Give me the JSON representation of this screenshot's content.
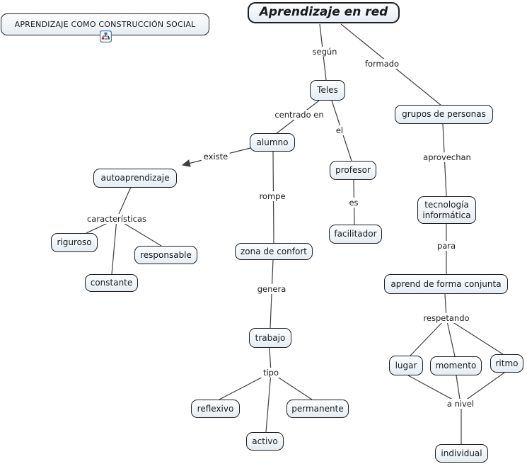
{
  "diagram": {
    "background": "#ffffff",
    "colors": {
      "background": "#ffffff",
      "node_fill_top": "#fcfdfe",
      "node_fill_bottom": "#e5edf3",
      "node_border": "#1f1f1f",
      "line": "#3f3f3f",
      "text": "#1a1a1a",
      "icon_accent": "#3f6fbf"
    },
    "social_concept": {
      "label": "APRENDIZAJE COMO CONSTRUCCIÓN SOCIAL",
      "resource_icon": "concept-map-resource-icon"
    },
    "title_concept": {
      "label": "Aprendizaje en red"
    },
    "concepts": [
      {
        "id": "teles",
        "label": "Teles"
      },
      {
        "id": "alumno",
        "label": "alumno"
      },
      {
        "id": "autoaprendizaje",
        "label": "autoaprendizaje"
      },
      {
        "id": "riguroso",
        "label": "riguroso"
      },
      {
        "id": "responsable",
        "label": "responsable"
      },
      {
        "id": "constante",
        "label": "constante"
      },
      {
        "id": "profesor",
        "label": "profesor"
      },
      {
        "id": "facilitador",
        "label": "facilitador"
      },
      {
        "id": "zona-de-confort",
        "label": "zona de confort"
      },
      {
        "id": "trabajo",
        "label": "trabajo"
      },
      {
        "id": "reflexivo",
        "label": "reflexivo"
      },
      {
        "id": "activo",
        "label": "activo"
      },
      {
        "id": "permanente",
        "label": "permanente"
      },
      {
        "id": "grupos-de-personas",
        "label": "grupos de personas"
      },
      {
        "id": "tecnologia-informatica",
        "label": "tecnología informática"
      },
      {
        "id": "aprend-de-forma-conjunta",
        "label": "aprend de forma conjunta"
      },
      {
        "id": "lugar",
        "label": "lugar"
      },
      {
        "id": "momento",
        "label": "momento"
      },
      {
        "id": "ritmo",
        "label": "ritmo"
      },
      {
        "id": "individual",
        "label": "individual"
      }
    ],
    "link_labels": [
      {
        "id": "segun",
        "text": "según"
      },
      {
        "id": "formado",
        "text": "formado"
      },
      {
        "id": "centrado-en",
        "text": "centrado en"
      },
      {
        "id": "el",
        "text": "el"
      },
      {
        "id": "existe",
        "text": "existe"
      },
      {
        "id": "rompe",
        "text": "rompe"
      },
      {
        "id": "caracteristicas",
        "text": "características"
      },
      {
        "id": "es",
        "text": "es"
      },
      {
        "id": "genera",
        "text": "genera"
      },
      {
        "id": "tipo",
        "text": "tipo"
      },
      {
        "id": "aprovechan",
        "text": "aprovechan"
      },
      {
        "id": "para",
        "text": "para"
      },
      {
        "id": "respetando",
        "text": "respetando"
      },
      {
        "id": "a-nivel",
        "text": "a nivel"
      }
    ],
    "connections": [
      {
        "from": "Aprendizaje en red",
        "label": "según",
        "to": "Teles"
      },
      {
        "from": "Aprendizaje en red",
        "label": "formado",
        "to": "grupos de personas"
      },
      {
        "from": "Teles",
        "label": "centrado en",
        "to": "alumno"
      },
      {
        "from": "Teles",
        "label": "el",
        "to": "profesor"
      },
      {
        "from": "alumno",
        "label": "existe",
        "to": "autoaprendizaje",
        "arrow": true
      },
      {
        "from": "alumno",
        "label": "rompe",
        "to": "zona de confort"
      },
      {
        "from": "autoaprendizaje",
        "label": "características",
        "to": "riguroso"
      },
      {
        "from": "autoaprendizaje",
        "label": "características",
        "to": "constante"
      },
      {
        "from": "autoaprendizaje",
        "label": "características",
        "to": "responsable"
      },
      {
        "from": "profesor",
        "label": "es",
        "to": "facilitador"
      },
      {
        "from": "zona de confort",
        "label": "genera",
        "to": "trabajo"
      },
      {
        "from": "trabajo",
        "label": "tipo",
        "to": "reflexivo"
      },
      {
        "from": "trabajo",
        "label": "tipo",
        "to": "activo"
      },
      {
        "from": "trabajo",
        "label": "tipo",
        "to": "permanente"
      },
      {
        "from": "grupos de personas",
        "label": "aprovechan",
        "to": "tecnología informática"
      },
      {
        "from": "tecnología informática",
        "label": "para",
        "to": "aprend de forma conjunta"
      },
      {
        "from": "aprend de forma conjunta",
        "label": "respetando",
        "to": "lugar"
      },
      {
        "from": "aprend de forma conjunta",
        "label": "respetando",
        "to": "momento"
      },
      {
        "from": "aprend de forma conjunta",
        "label": "respetando",
        "to": "ritmo"
      },
      {
        "from": "lugar",
        "label": "a nivel",
        "to": "individual"
      },
      {
        "from": "momento",
        "label": "a nivel",
        "to": "individual"
      },
      {
        "from": "ritmo",
        "label": "a nivel",
        "to": "individual"
      }
    ]
  }
}
